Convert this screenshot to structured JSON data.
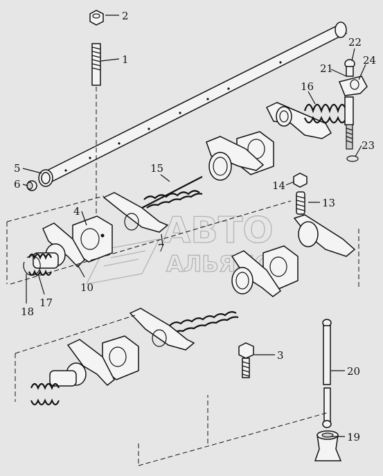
{
  "callouts": [
    {
      "id": "1",
      "label": "1"
    },
    {
      "id": "2",
      "label": "2"
    },
    {
      "id": "3",
      "label": "3"
    },
    {
      "id": "4",
      "label": "4"
    },
    {
      "id": "5",
      "label": "5"
    },
    {
      "id": "6",
      "label": "6"
    },
    {
      "id": "7",
      "label": "7"
    },
    {
      "id": "10",
      "label": "10"
    },
    {
      "id": "13",
      "label": "13"
    },
    {
      "id": "14",
      "label": "14"
    },
    {
      "id": "15",
      "label": "15"
    },
    {
      "id": "16",
      "label": "16"
    },
    {
      "id": "17",
      "label": "17"
    },
    {
      "id": "18",
      "label": "18"
    },
    {
      "id": "19",
      "label": "19"
    },
    {
      "id": "20",
      "label": "20"
    },
    {
      "id": "21",
      "label": "21"
    },
    {
      "id": "22",
      "label": "22"
    },
    {
      "id": "23",
      "label": "23"
    },
    {
      "id": "24",
      "label": "24"
    }
  ],
  "watermark": {
    "line1": "АВТО",
    "line2": "АЛЬЯНС"
  }
}
